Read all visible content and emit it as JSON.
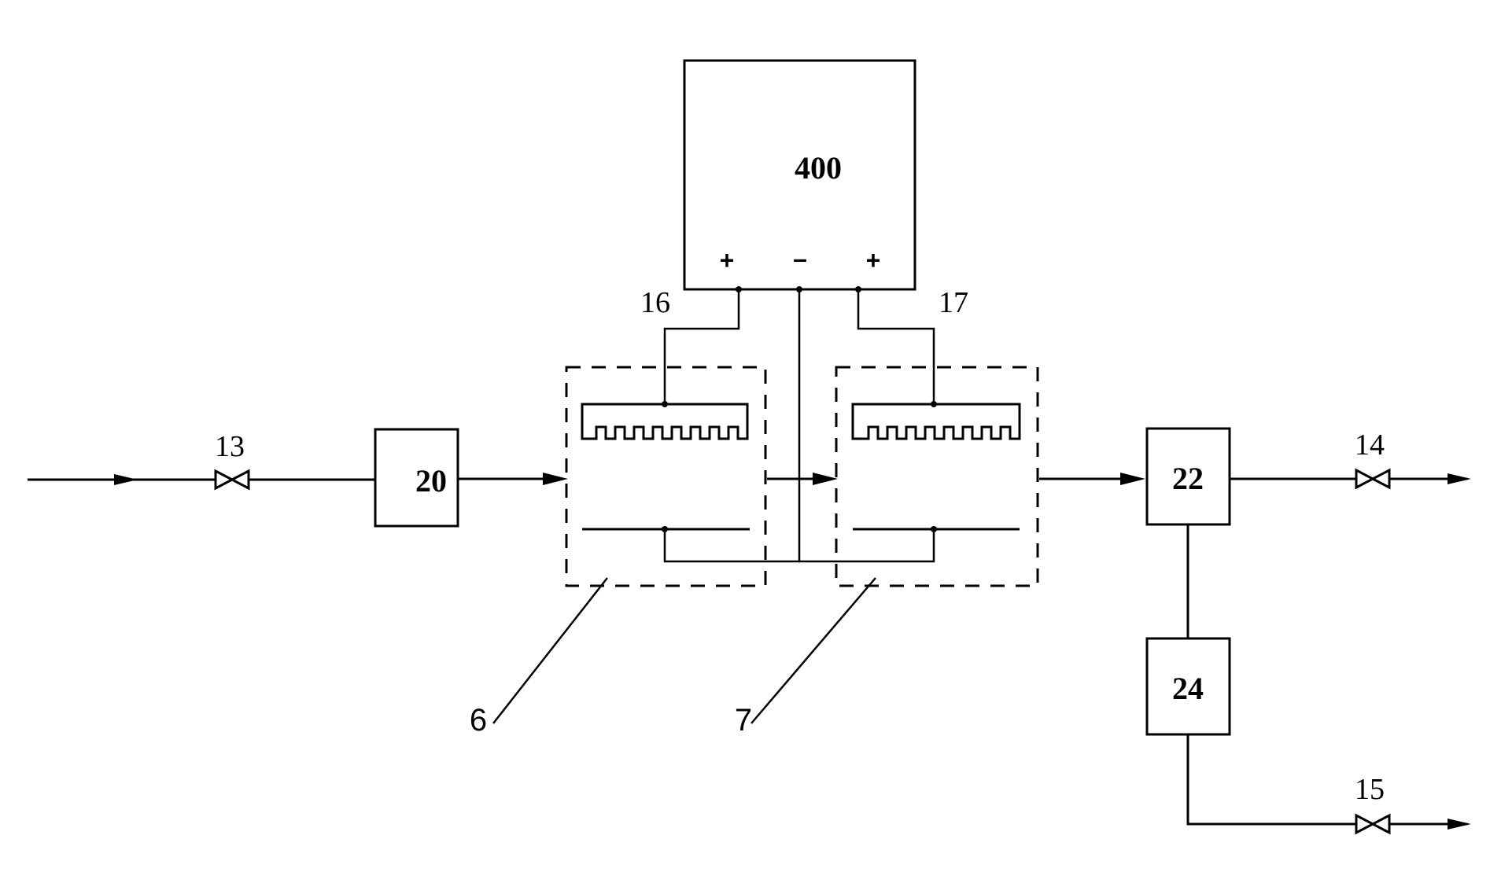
{
  "labels": {
    "unit_400": "400",
    "unit_20": "20",
    "unit_22": "22",
    "unit_24": "24",
    "valve_13": "13",
    "valve_14": "14",
    "valve_15": "15",
    "lead_16": "16",
    "lead_17": "17",
    "cell_6": "6",
    "cell_7": "7",
    "terminal_left": "+",
    "terminal_mid": "–",
    "terminal_right": "+"
  }
}
